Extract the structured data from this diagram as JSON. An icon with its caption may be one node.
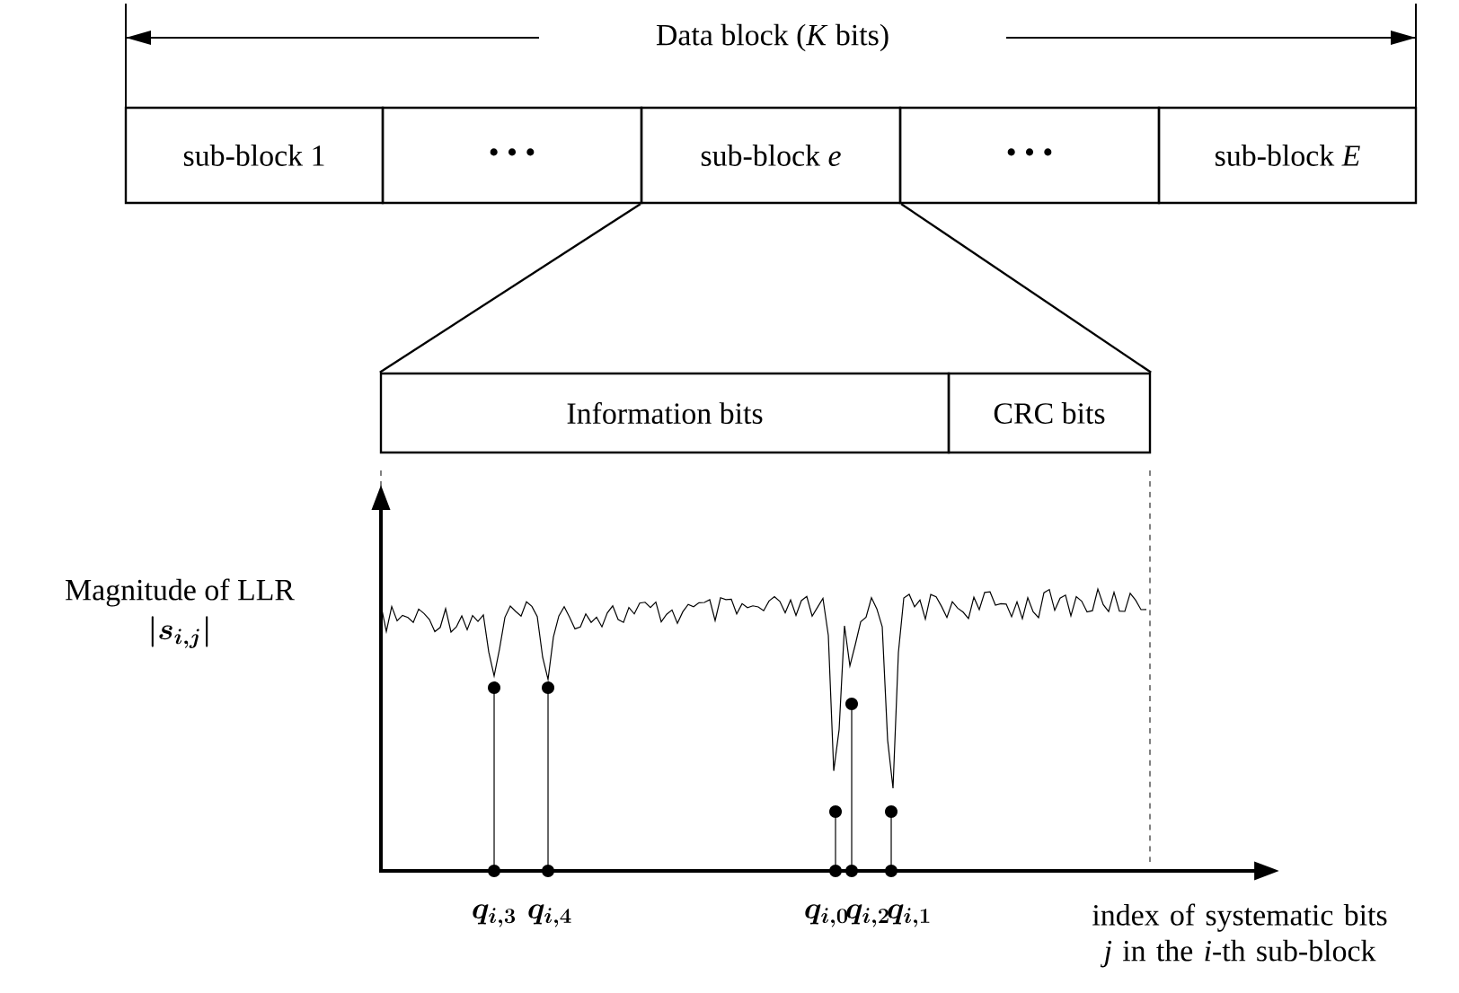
{
  "diagram": {
    "nodes": [
      {
        "text": [
          "sub-block 1"
        ]
      },
      {
        "text": [
          "• • •"
        ]
      },
      {
        "text": [
          "sub-block *e*"
        ]
      },
      {
        "text": [
          "• • •"
        ]
      },
      {
        "text": [
          "sub-block *E*"
        ]
      },
      {
        "text": [
          "Information bits"
        ]
      },
      {
        "text": [
          "CRC bits"
        ]
      }
    ],
    "edges": [
      {
        "from": 2,
        "to": 5,
        "arrow": "none"
      },
      {
        "from": 2,
        "to": 6,
        "arrow": "none"
      }
    ],
    "labels": [
      "Data block (*K* bits)",
      "Magnitude of LLR",
      "|s_{i,j}|",
      "q_{i,3}",
      "q_{i,4}",
      "q_{i,0}",
      "q_{i,2}",
      "q_{i,1}",
      "index of systematic bits *j* in the *i*-th sub-block"
    ]
  }
}
